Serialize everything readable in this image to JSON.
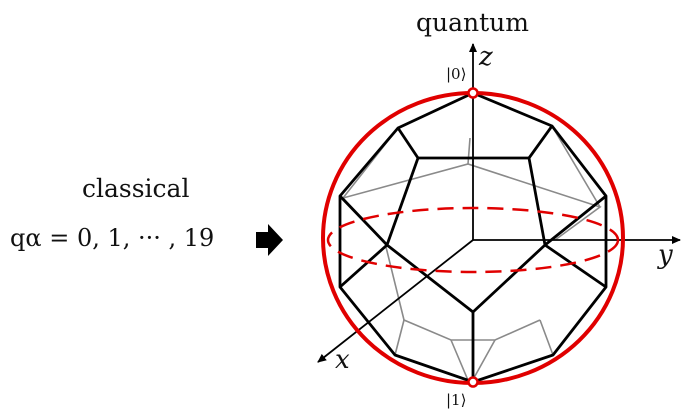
{
  "labels": {
    "quantum": "quantum",
    "classical": "classical",
    "formula": "qα = 0, 1, ··· , 19",
    "ket0": "|0⟩",
    "ket1": "|1⟩",
    "axis_x": "x",
    "axis_y": "y",
    "axis_z": "z"
  },
  "colors": {
    "sphere": "#e00000",
    "front_edges": "#000000",
    "back_edges": "#8a8a8a",
    "arrow": "#000000"
  },
  "icons": {
    "arrow": "right-arrow-icon"
  }
}
